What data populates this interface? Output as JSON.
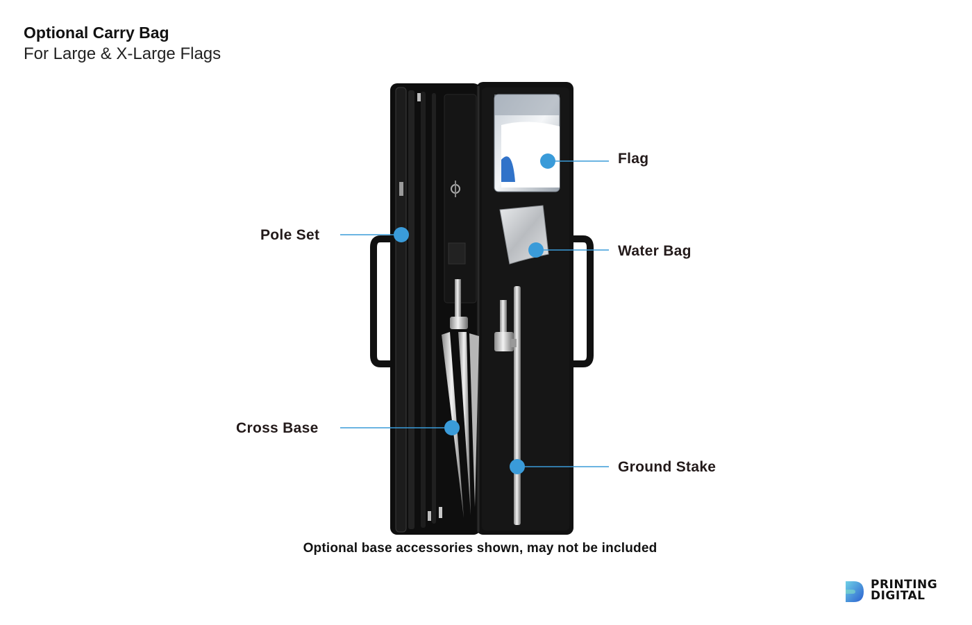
{
  "header": {
    "title": "Optional Carry Bag",
    "subtitle": "For Large & X-Large Flags"
  },
  "callouts": [
    {
      "key": "flag",
      "label": "Flag"
    },
    {
      "key": "water_bag",
      "label": "Water Bag"
    },
    {
      "key": "pole_set",
      "label": "Pole Set"
    },
    {
      "key": "cross_base",
      "label": "Cross Base"
    },
    {
      "key": "ground_stake",
      "label": "Ground Stake"
    }
  ],
  "caption": "Optional base accessories shown, may not be included",
  "logo": {
    "line1": "PRINTING",
    "line2": "DIGITAL"
  },
  "colors": {
    "marker": "#3a9bd9",
    "bag": "#0d0d0d",
    "logo_accent": "#2f8fd8"
  }
}
